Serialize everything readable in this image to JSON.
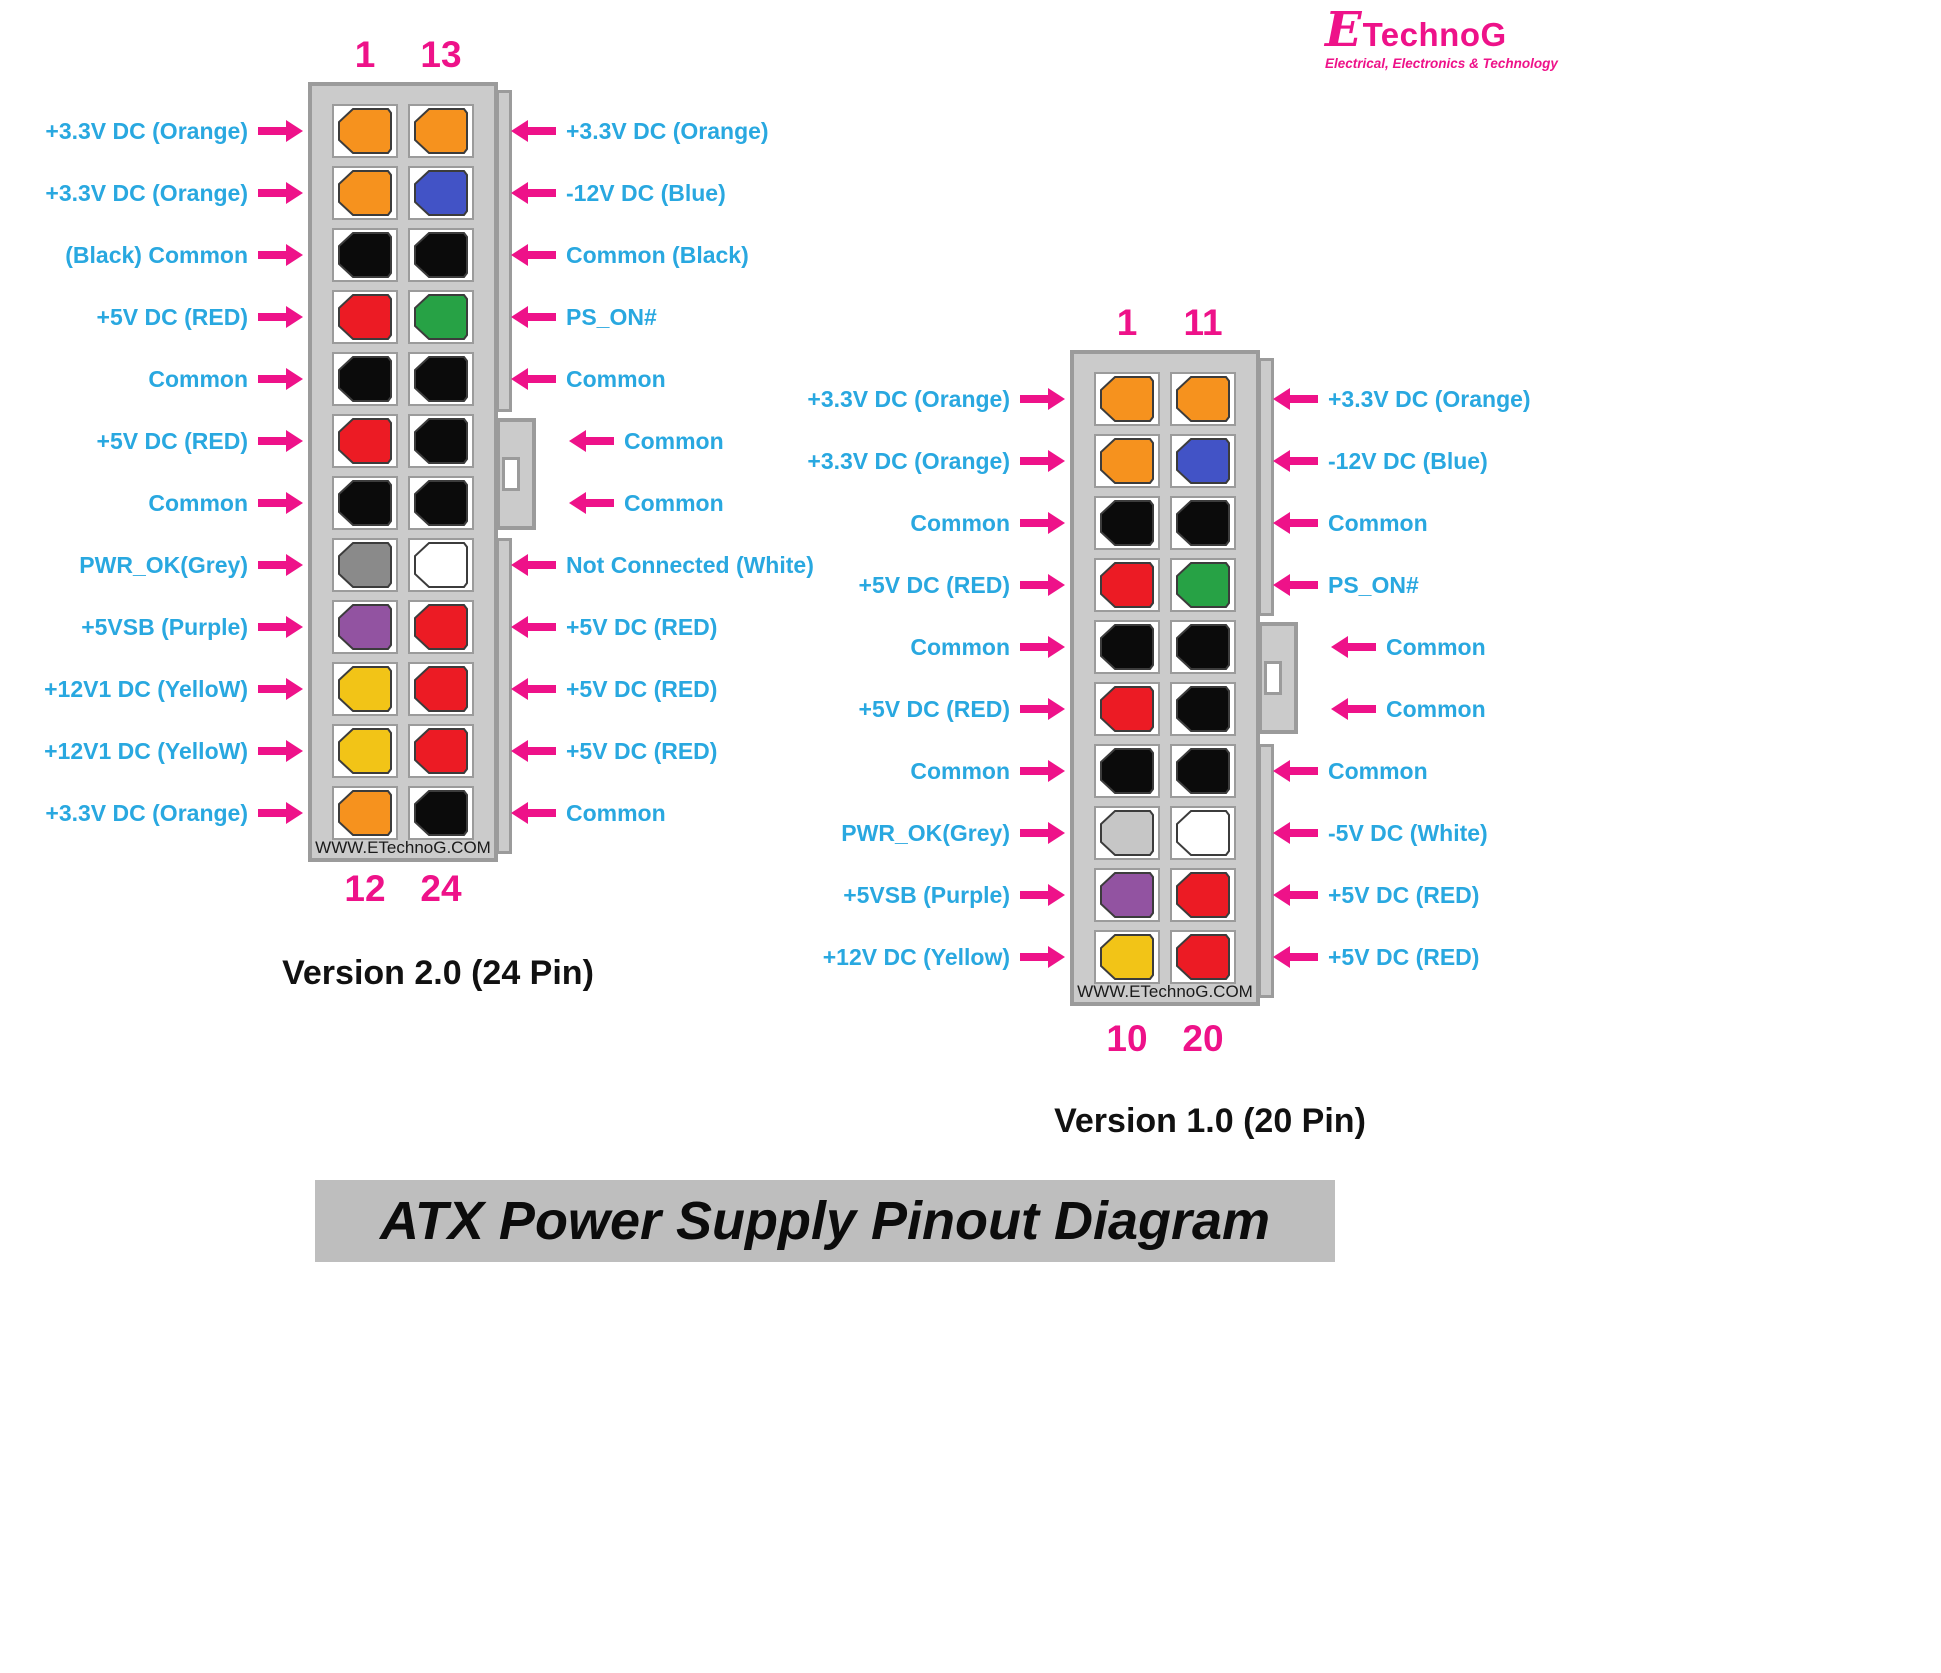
{
  "logo": {
    "e": "E",
    "name": "TechnoG",
    "tagline": "Electrical, Electronics & Technology"
  },
  "banner": {
    "text": "ATX Power Supply Pinout Diagram"
  },
  "colors": {
    "arrow_pink": "#EE1289",
    "number_pink": "#EE1289",
    "label_blue": "#29A8E0",
    "connector_body": "#CBCBCB",
    "connector_border": "#9B9B9B",
    "pin_orange": "#F6921E",
    "pin_blue": "#4253C6",
    "pin_black": "#0B0B0B",
    "pin_red": "#EC1B24",
    "pin_green": "#27A245",
    "pin_grey": "#8A8A8A",
    "pin_silver": "#C6C6C6",
    "pin_white": "#FFFFFF",
    "pin_purple": "#9253A1",
    "pin_yellow": "#F2C417"
  },
  "connectors": [
    {
      "name": "Version 2.0 (24 Pin)",
      "watermark": "WWW.ETechnoG.COM",
      "numbers": {
        "top_left": "1",
        "top_right": "13",
        "bottom_left": "12",
        "bottom_right": "24"
      },
      "rows": [
        {
          "left_label": "+3.3V DC (Orange)",
          "left_pin": "orange",
          "right_label": "+3.3V DC (Orange)",
          "right_pin": "orange"
        },
        {
          "left_label": "+3.3V DC (Orange)",
          "left_pin": "orange",
          "right_label": "-12V DC (Blue)",
          "right_pin": "blue"
        },
        {
          "left_label": "(Black) Common",
          "left_pin": "black",
          "right_label": "Common (Black)",
          "right_pin": "black"
        },
        {
          "left_label": "+5V DC (RED)",
          "left_pin": "red",
          "right_label": "PS_ON#",
          "right_pin": "green"
        },
        {
          "left_label": "Common",
          "left_pin": "black",
          "right_label": "Common",
          "right_pin": "black"
        },
        {
          "left_label": "+5V DC (RED)",
          "left_pin": "red",
          "right_label": "Common",
          "right_pin": "black"
        },
        {
          "left_label": "Common",
          "left_pin": "black",
          "right_label": "Common",
          "right_pin": "black"
        },
        {
          "left_label": "PWR_OK(Grey)",
          "left_pin": "grey",
          "right_label": "Not Connected (White)",
          "right_pin": "white"
        },
        {
          "left_label": "+5VSB (Purple)",
          "left_pin": "purple",
          "right_label": "+5V DC (RED)",
          "right_pin": "red"
        },
        {
          "left_label": "+12V1 DC (YelloW)",
          "left_pin": "yellow",
          "right_label": "+5V DC (RED)",
          "right_pin": "red"
        },
        {
          "left_label": "+12V1 DC (YelloW)",
          "left_pin": "yellow",
          "right_label": "+5V DC (RED)",
          "right_pin": "red"
        },
        {
          "left_label": "+3.3V DC (Orange)",
          "left_pin": "orange",
          "right_label": "Common",
          "right_pin": "black"
        }
      ]
    },
    {
      "name": "Version 1.0  (20 Pin)",
      "watermark": "WWW.ETechnoG.COM",
      "numbers": {
        "top_left": "1",
        "top_right": "11",
        "bottom_left": "10",
        "bottom_right": "20"
      },
      "rows": [
        {
          "left_label": "+3.3V DC (Orange)",
          "left_pin": "orange",
          "right_label": "+3.3V DC (Orange)",
          "right_pin": "orange"
        },
        {
          "left_label": "+3.3V DC (Orange)",
          "left_pin": "orange",
          "right_label": "-12V DC (Blue)",
          "right_pin": "blue"
        },
        {
          "left_label": "Common",
          "left_pin": "black",
          "right_label": "Common",
          "right_pin": "black"
        },
        {
          "left_label": "+5V DC (RED)",
          "left_pin": "red",
          "right_label": "PS_ON#",
          "right_pin": "green"
        },
        {
          "left_label": "Common",
          "left_pin": "black",
          "right_label": "Common",
          "right_pin": "black"
        },
        {
          "left_label": "+5V DC (RED)",
          "left_pin": "red",
          "right_label": "Common",
          "right_pin": "black"
        },
        {
          "left_label": "Common",
          "left_pin": "black",
          "right_label": "Common",
          "right_pin": "black"
        },
        {
          "left_label": "PWR_OK(Grey)",
          "left_pin": "silver",
          "right_label": "-5V DC (White)",
          "right_pin": "white"
        },
        {
          "left_label": "+5VSB (Purple)",
          "left_pin": "purple",
          "right_label": "+5V DC (RED)",
          "right_pin": "red"
        },
        {
          "left_label": "+12V DC (Yellow)",
          "left_pin": "yellow",
          "right_label": "+5V DC (RED)",
          "right_pin": "red"
        }
      ]
    }
  ]
}
